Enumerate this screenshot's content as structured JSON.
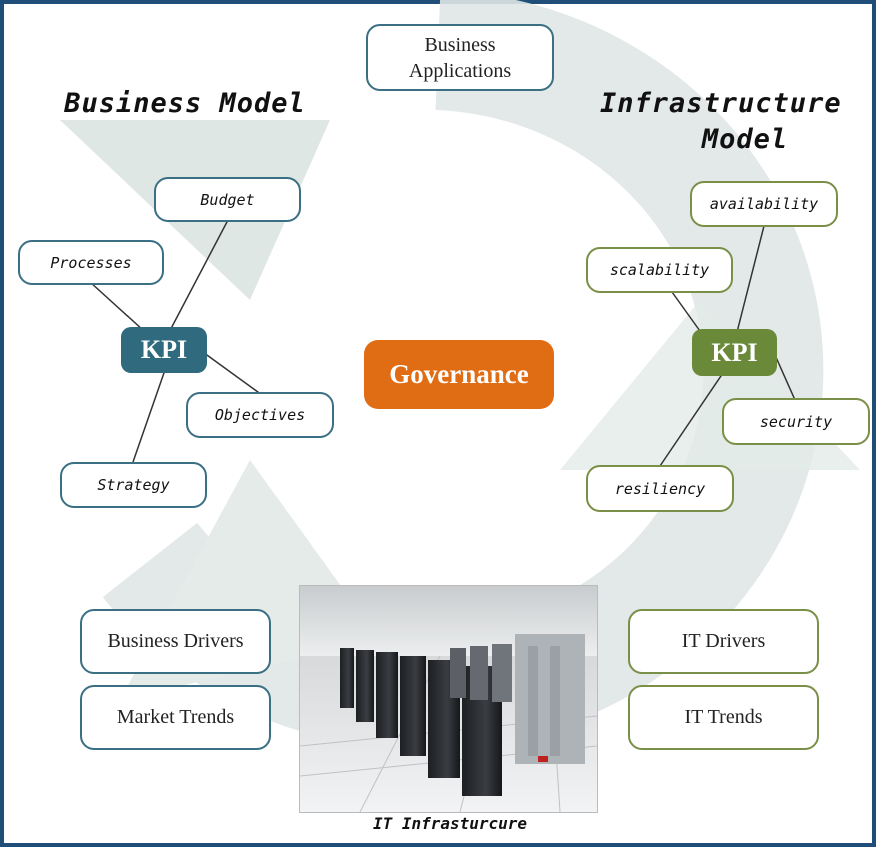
{
  "titles": {
    "business_model": "Business Model",
    "infrastructure_model_line1": "Infrastructure",
    "infrastructure_model_line2": "Model"
  },
  "top_box": {
    "line1": "Business",
    "line2": "Applications"
  },
  "center": {
    "governance": "Governance"
  },
  "business_kpi": {
    "label": "KPI",
    "items": [
      "Budget",
      "Processes",
      "Objectives",
      "Strategy"
    ]
  },
  "infra_kpi": {
    "label": "KPI",
    "items": [
      "availability",
      "scalability",
      "security",
      "resiliency"
    ]
  },
  "left_boxes": [
    "Business Drivers",
    "Market Trends"
  ],
  "right_boxes": [
    "IT Drivers",
    "IT Trends"
  ],
  "image_caption": "IT Infrasturcure",
  "colors": {
    "frame": "#1f4e79",
    "business_kpi": "#2f6a7e",
    "infra_kpi": "#6a8a3a",
    "governance": "#e06c14",
    "cycle_arrow": "#dfe7e5"
  }
}
